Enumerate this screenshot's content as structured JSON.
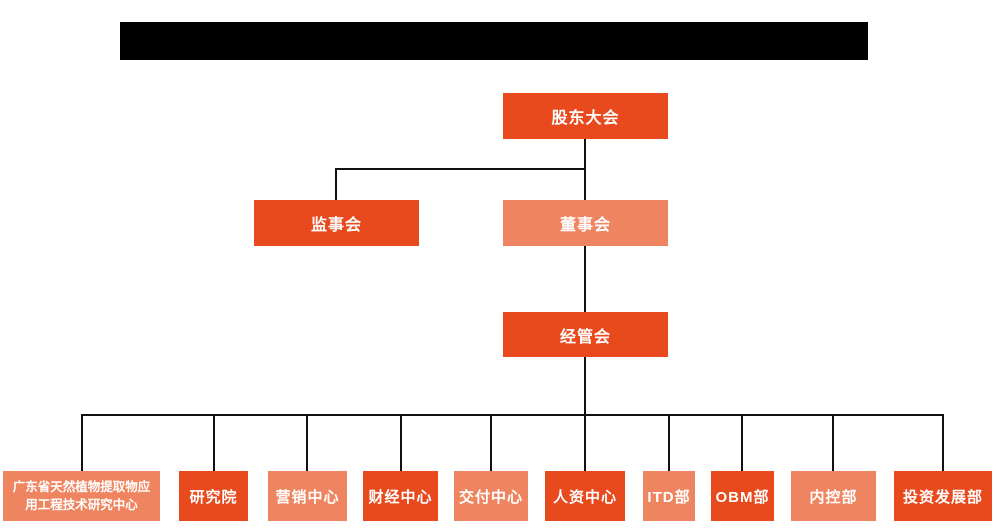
{
  "diagram": {
    "type": "org-chart",
    "title_bar": {
      "redacted_black_bar": true
    }
  },
  "colors": {
    "node_dark": "#e8491d",
    "node_light": "#ef8560",
    "title_bar": "#000000",
    "connector": "#111111",
    "background": "#ffffff",
    "node_text": "#ffffff"
  },
  "nodes": {
    "shareholders": {
      "label": "股东大会"
    },
    "supervisory": {
      "label": "监事会"
    },
    "board": {
      "label": "董事会"
    },
    "management": {
      "label": "经管会"
    }
  },
  "departments": [
    {
      "label": "广东省天然植物提取物应用工程技术研究中心",
      "tone": "light"
    },
    {
      "label": "研究院",
      "tone": "dark"
    },
    {
      "label": "营销中心",
      "tone": "light"
    },
    {
      "label": "财经中心",
      "tone": "dark"
    },
    {
      "label": "交付中心",
      "tone": "light"
    },
    {
      "label": "人资中心",
      "tone": "dark"
    },
    {
      "label": "ITD部",
      "tone": "light"
    },
    {
      "label": "OBM部",
      "tone": "dark"
    },
    {
      "label": "内控部",
      "tone": "light"
    },
    {
      "label": "投资发展部",
      "tone": "dark"
    }
  ]
}
